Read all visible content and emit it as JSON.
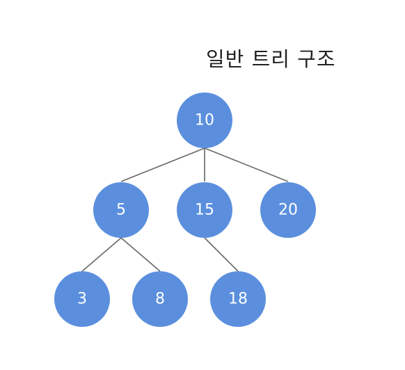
{
  "title": "일반 트리 구조",
  "colors": {
    "node_fill": "#5b8fde",
    "edge_stroke": "#666666",
    "label": "#ffffff"
  },
  "tree": {
    "nodes": [
      {
        "id": "n10",
        "label": "10"
      },
      {
        "id": "n5",
        "label": "5"
      },
      {
        "id": "n15",
        "label": "15"
      },
      {
        "id": "n20",
        "label": "20"
      },
      {
        "id": "n3",
        "label": "3"
      },
      {
        "id": "n8",
        "label": "8"
      },
      {
        "id": "n18",
        "label": "18"
      }
    ],
    "edges": [
      {
        "from": "n10",
        "to": "n5"
      },
      {
        "from": "n10",
        "to": "n15"
      },
      {
        "from": "n10",
        "to": "n20"
      },
      {
        "from": "n5",
        "to": "n3"
      },
      {
        "from": "n5",
        "to": "n8"
      },
      {
        "from": "n15",
        "to": "n18"
      }
    ]
  }
}
